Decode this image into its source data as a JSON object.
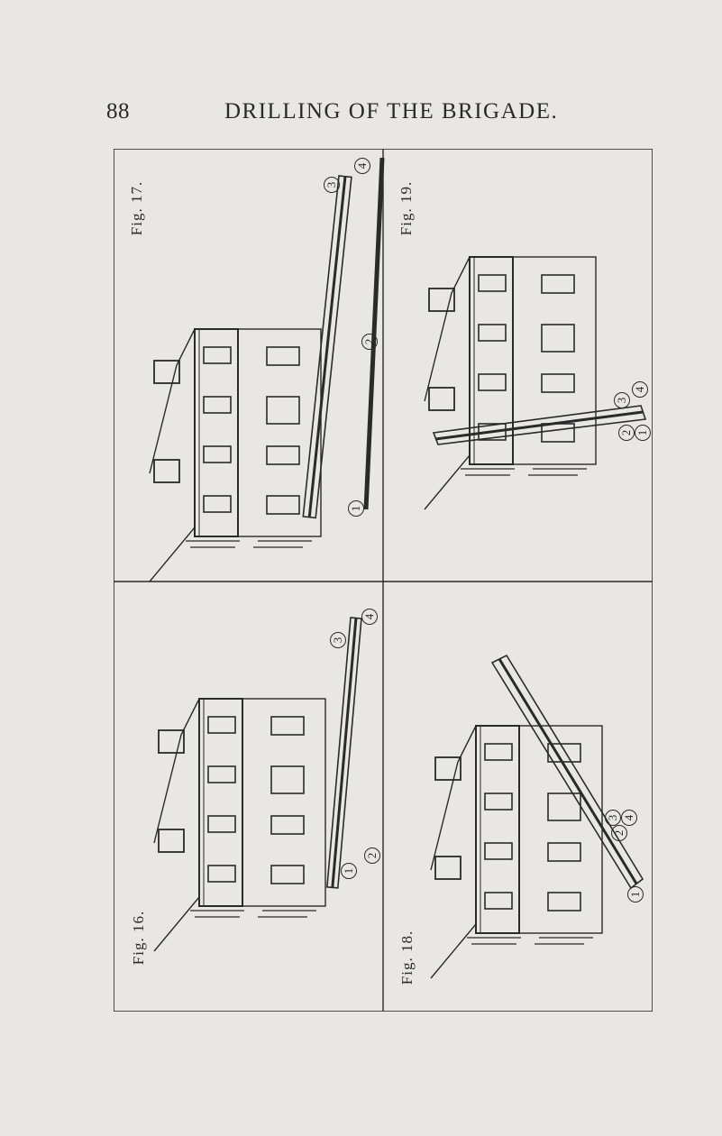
{
  "header": {
    "page_number": "88",
    "running_title": "DRILLING OF THE BRIGADE."
  },
  "figures": [
    {
      "label": "Fig. 17.",
      "markers": [
        "4",
        "3",
        "2",
        "1"
      ]
    },
    {
      "label": "Fig. 19.",
      "markers": [
        "4",
        "3",
        "2",
        "1"
      ]
    },
    {
      "label": "Fig. 16.",
      "markers": [
        "4",
        "3",
        "2",
        "1"
      ]
    },
    {
      "label": "Fig. 18.",
      "markers": [
        "4",
        "3",
        "2",
        "1"
      ]
    }
  ],
  "colors": {
    "paper": "#e9e7e3",
    "ink": "#2a2a2a"
  }
}
